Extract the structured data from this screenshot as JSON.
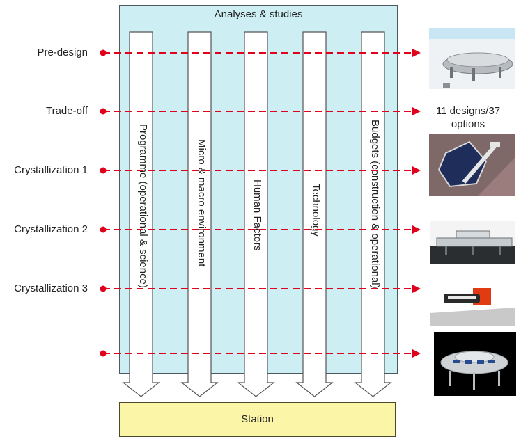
{
  "panel": {
    "title": "Analyses & studies"
  },
  "phases": [
    {
      "label": "Pre-design"
    },
    {
      "label": "Trade-off"
    },
    {
      "label": "Crystallization 1"
    },
    {
      "label": "Crystallization 2"
    },
    {
      "label": "Crystallization 3"
    },
    {
      "label": ""
    }
  ],
  "columns": [
    {
      "label": "Programme (operational & science)"
    },
    {
      "label": "Micro & macro environment"
    },
    {
      "label": "Human Factors"
    },
    {
      "label": "Technology"
    },
    {
      "label": "Budgets (construction & operational)"
    }
  ],
  "output": {
    "label": "Station"
  },
  "trade_off_result": {
    "line1": "11 designs/37",
    "line2": "options"
  },
  "colors": {
    "panel_fill": "#cdeff3",
    "station_fill": "#fbf5a8",
    "dashed_arrow": "#e0001b",
    "column_arrow_fill": "#ffffff"
  },
  "images": [
    {
      "name": "pre-design-station-render"
    },
    {
      "name": "crystallization-1-plan-render"
    },
    {
      "name": "crystallization-2-station-render"
    },
    {
      "name": "crystallization-3-station-render"
    },
    {
      "name": "final-station-render"
    }
  ]
}
